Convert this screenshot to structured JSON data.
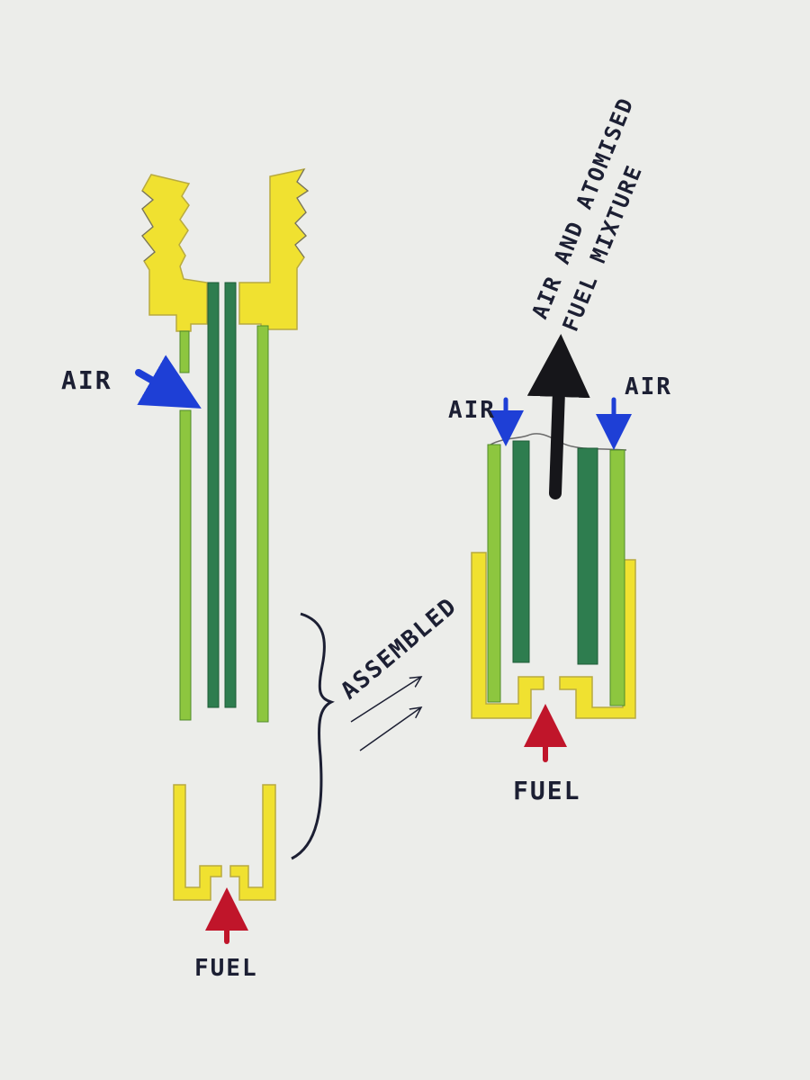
{
  "labels": {
    "air_left": "AIR",
    "fuel_left": "FUEL",
    "assembled": "ASSEMBLED",
    "air_right_1": "AIR",
    "air_right_2": "AIR",
    "output_line1": "AIR AND ATOMISED",
    "output_line2": "FUEL MIXTURE",
    "fuel_right": "FUEL"
  },
  "colors": {
    "paper": "#ecedea",
    "yellow": "#f0e130",
    "light_green": "#8dc63f",
    "dark_green": "#2e7d4f",
    "air_arrow": "#1e3fd6",
    "fuel_arrow": "#c0152a",
    "ink": "#1c1f33"
  }
}
